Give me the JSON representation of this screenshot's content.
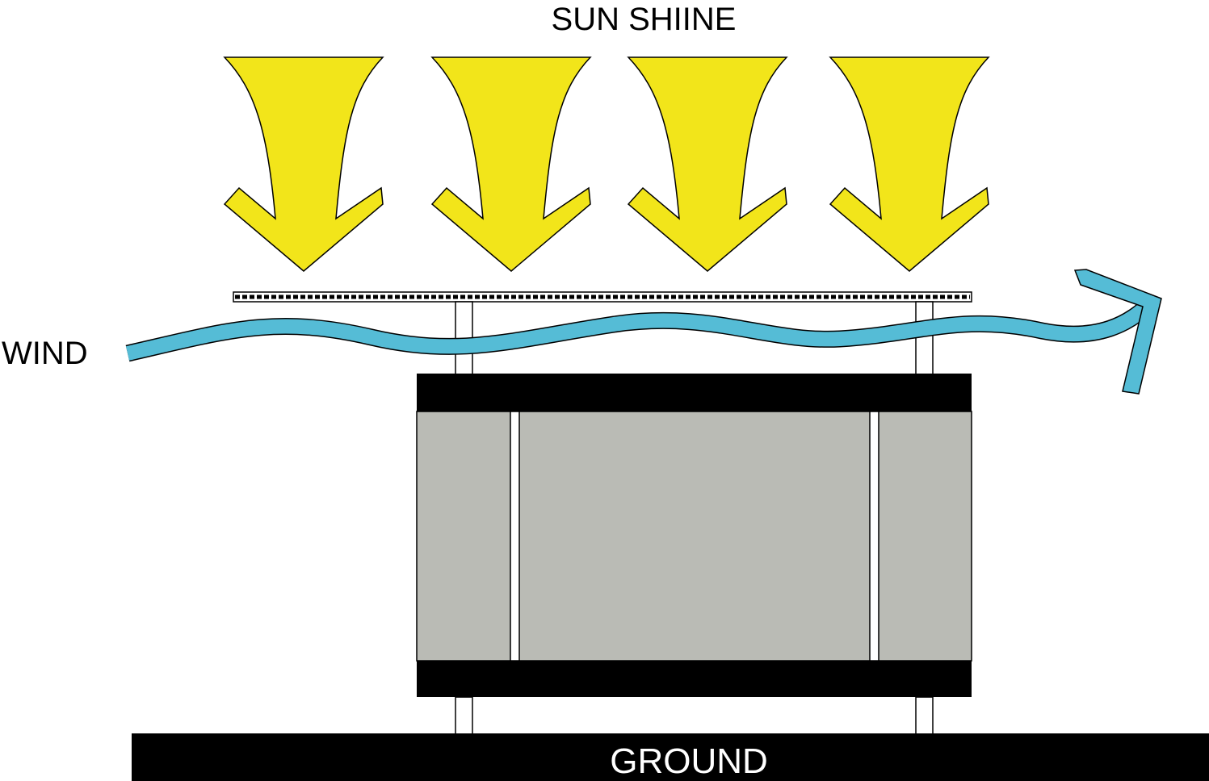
{
  "labels": {
    "sun": "SUN SHIINE",
    "wind": "WIND",
    "ground": "GROUND"
  },
  "colors": {
    "sun_arrow": "#f2e51a",
    "wind": "#55bcd6",
    "building_body": "#babbb5",
    "slab": "#000000",
    "ground": "#000000",
    "outline": "#000000",
    "background": "#ffffff"
  },
  "sun_arrow_count": 4
}
